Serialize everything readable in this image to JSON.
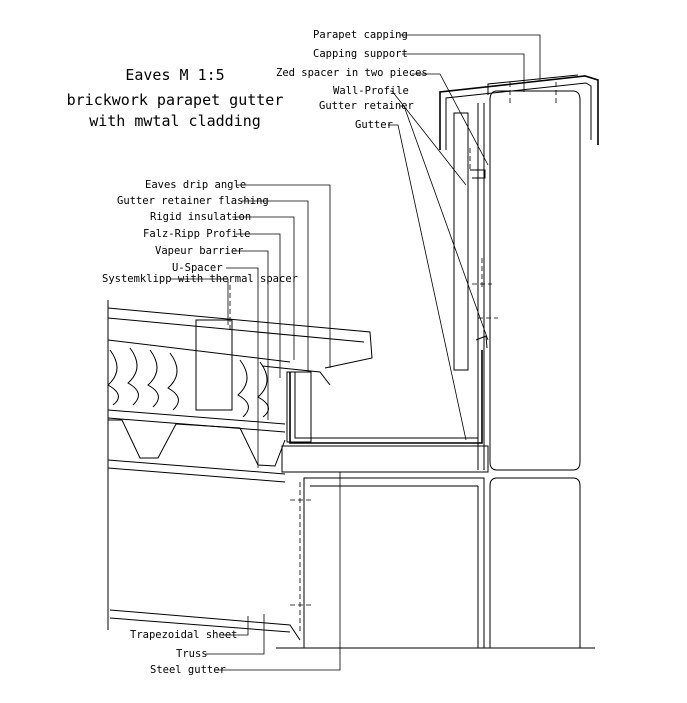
{
  "title": {
    "line1": "Eaves M 1:5",
    "line2": "brickwork parapet gutter",
    "line3": "with mwtal cladding"
  },
  "labels_right": [
    "Parapet capping",
    "Capping support",
    "Zed spacer in two pieces",
    "Wall-Profile",
    "Gutter retainer",
    "Gutter"
  ],
  "labels_left": [
    "Eaves drip angle",
    "Gutter retainer flashing",
    "Rigid insulation",
    "Falz-Ripp Profile",
    "Vapeur barrier",
    "U-Spacer",
    "Systemklipp with thermal spacer"
  ],
  "labels_bottom": [
    "Trapezoidal sheet",
    "Truss",
    "Steel gutter"
  ]
}
